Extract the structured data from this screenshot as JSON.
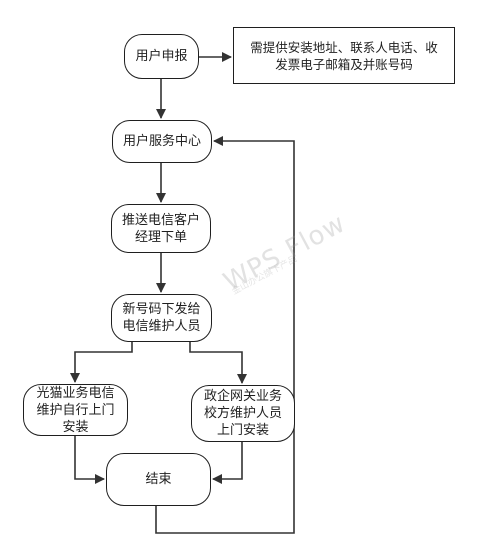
{
  "nodes": {
    "report": "用户申报",
    "info": "需提供安装地址、联系人电话、收发票电子邮箱及并账号码",
    "service_center": "用户服务中心",
    "push_manager": "推送电信客户经理下单",
    "dispatch": "新号码下发给电信维护人员",
    "self_install": "光猫业务电信维护自行上门安装",
    "gov_install": "政企网关业务校方维护人员上门安装",
    "end": "结束"
  },
  "watermark": {
    "main": "WPS Flow",
    "sub": "金山办公旗下产品"
  }
}
